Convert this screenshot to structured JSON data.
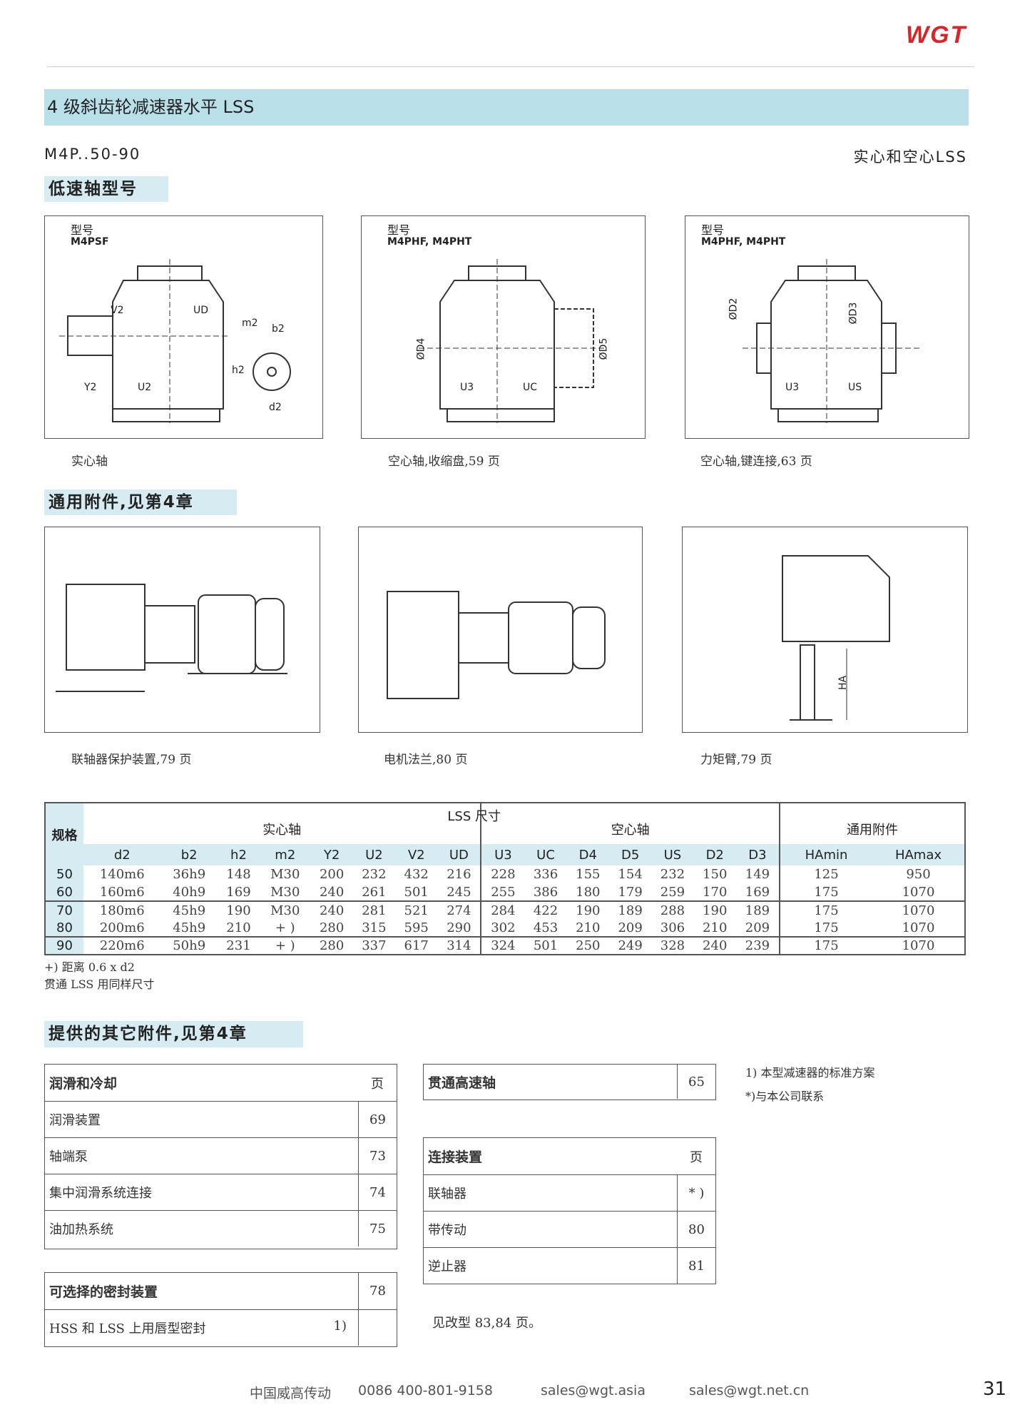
{
  "header": {
    "logo": "WGT",
    "title": "4 级斜齿轮减速器水平 LSS",
    "model": "M4P..50-90",
    "type": "实心和空心LSS"
  },
  "sections": {
    "lss_types": "低速轴型号",
    "accessories": "通用附件,见第4章",
    "other": "提供的其它附件,见第4章"
  },
  "diagrams": [
    {
      "type_label": "型号",
      "model": "M4PSF",
      "caption": "实心轴",
      "labels": [
        "V2",
        "UD",
        "m2",
        "b2",
        "h2",
        "Y2",
        "U2",
        "d2"
      ]
    },
    {
      "type_label": "型号",
      "model": "M4PHF, M4PHT",
      "caption": "空心轴,收缩盘,59 页",
      "labels": [
        "ØD4",
        "ØD5",
        "U3",
        "UC"
      ]
    },
    {
      "type_label": "型号",
      "model": "M4PHF, M4PHT",
      "caption": "空心轴,键连接,63 页",
      "labels": [
        "ØD2",
        "ØD3",
        "U3",
        "US"
      ]
    }
  ],
  "accessory_diagrams": [
    {
      "caption": "联轴器保护装置,79 页"
    },
    {
      "caption": "电机法兰,80 页"
    },
    {
      "caption": "力矩臂,79 页",
      "labels": [
        "HA"
      ]
    }
  ],
  "table": {
    "title": "LSS 尺寸",
    "size_label": "规格",
    "group_solid": "实心轴",
    "group_hollow": "空心轴",
    "group_acc": "通用附件",
    "columns": [
      "d2",
      "b2",
      "h2",
      "m2",
      "Y2",
      "U2",
      "V2",
      "UD",
      "U3",
      "UC",
      "D4",
      "D5",
      "US",
      "D2",
      "D3",
      "HAmin",
      "HAmax"
    ],
    "rows": [
      [
        "50",
        "140m6",
        "36h9",
        "148",
        "M30",
        "200",
        "232",
        "432",
        "216",
        "228",
        "336",
        "155",
        "154",
        "232",
        "150",
        "149",
        "125",
        "950"
      ],
      [
        "60",
        "160m6",
        "40h9",
        "169",
        "M30",
        "240",
        "261",
        "501",
        "245",
        "255",
        "386",
        "180",
        "179",
        "259",
        "170",
        "169",
        "175",
        "1070"
      ],
      [
        "70",
        "180m6",
        "45h9",
        "190",
        "M30",
        "240",
        "281",
        "521",
        "274",
        "284",
        "422",
        "190",
        "189",
        "288",
        "190",
        "189",
        "175",
        "1070"
      ],
      [
        "80",
        "200m6",
        "45h9",
        "210",
        "+ )",
        "280",
        "315",
        "595",
        "290",
        "302",
        "453",
        "210",
        "209",
        "306",
        "210",
        "209",
        "175",
        "1070"
      ],
      [
        "90",
        "220m6",
        "50h9",
        "231",
        "+ )",
        "280",
        "337",
        "617",
        "314",
        "324",
        "501",
        "250",
        "249",
        "328",
        "240",
        "239",
        "175",
        "1070"
      ]
    ],
    "notes": [
      "+) 距离 0.6 x d2",
      "贯通 LSS 用同样尺寸"
    ]
  },
  "lubrication": {
    "header": "润滑和冷却",
    "page_header": "页",
    "items": [
      {
        "label": "润滑装置",
        "page": "69"
      },
      {
        "label": "轴端泵",
        "page": "73"
      },
      {
        "label": "集中润滑系统连接",
        "page": "74"
      },
      {
        "label": "油加热系统",
        "page": "75"
      }
    ]
  },
  "seals": {
    "header": "可选择的密封装置",
    "page": "78",
    "item": "HSS 和 LSS 上用唇型密封",
    "mark": "1)"
  },
  "through_shaft": {
    "label": "贯通高速轴",
    "page": "65"
  },
  "connection": {
    "header": "连接装置",
    "page_header": "页",
    "items": [
      {
        "label": "联轴器",
        "page": "* )"
      },
      {
        "label": "带传动",
        "page": "80"
      },
      {
        "label": "逆止器",
        "page": "81"
      }
    ]
  },
  "modification_note": "见改型 83,84 页。",
  "footnotes": [
    "1) 本型减速器的标准方案",
    "*)与本公司联系"
  ],
  "footer": {
    "company": "中国威高传动",
    "phone": "0086  400-801-9158",
    "email1": "sales@wgt.asia",
    "email2": "sales@wgt.net.cn",
    "page": "31"
  }
}
